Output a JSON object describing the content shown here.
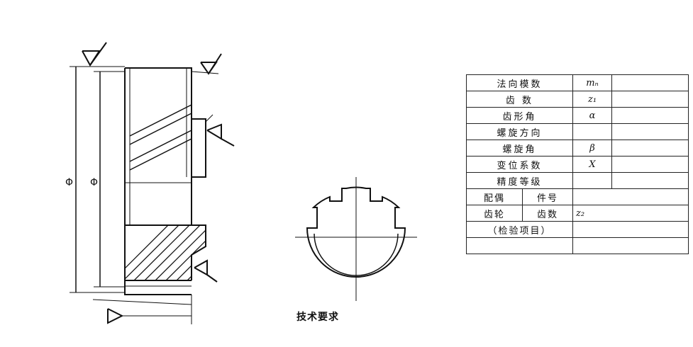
{
  "caption": "技术要求",
  "diameter_symbols": [
    "Φ",
    "Φ"
  ],
  "table": {
    "rows": [
      {
        "label": "法向模数",
        "symbol": "mₙ",
        "value": ""
      },
      {
        "label": "齿        数",
        "symbol": "z₁",
        "value": ""
      },
      {
        "label": "齿形角",
        "symbol": "α",
        "value": ""
      },
      {
        "label": "螺旋方向",
        "symbol": "",
        "value": ""
      },
      {
        "label": "螺旋角",
        "symbol": "β",
        "value": ""
      },
      {
        "label": "变位系数",
        "symbol": "X",
        "value": ""
      },
      {
        "label": "精度等级",
        "symbol": "",
        "value": ""
      }
    ],
    "mating": {
      "group_top": "配偶",
      "group_bottom": "齿轮",
      "part_no_label": "件号",
      "teeth_label": "齿数",
      "teeth_symbol": "z₂"
    },
    "inspection_label": "（检验项目）"
  }
}
